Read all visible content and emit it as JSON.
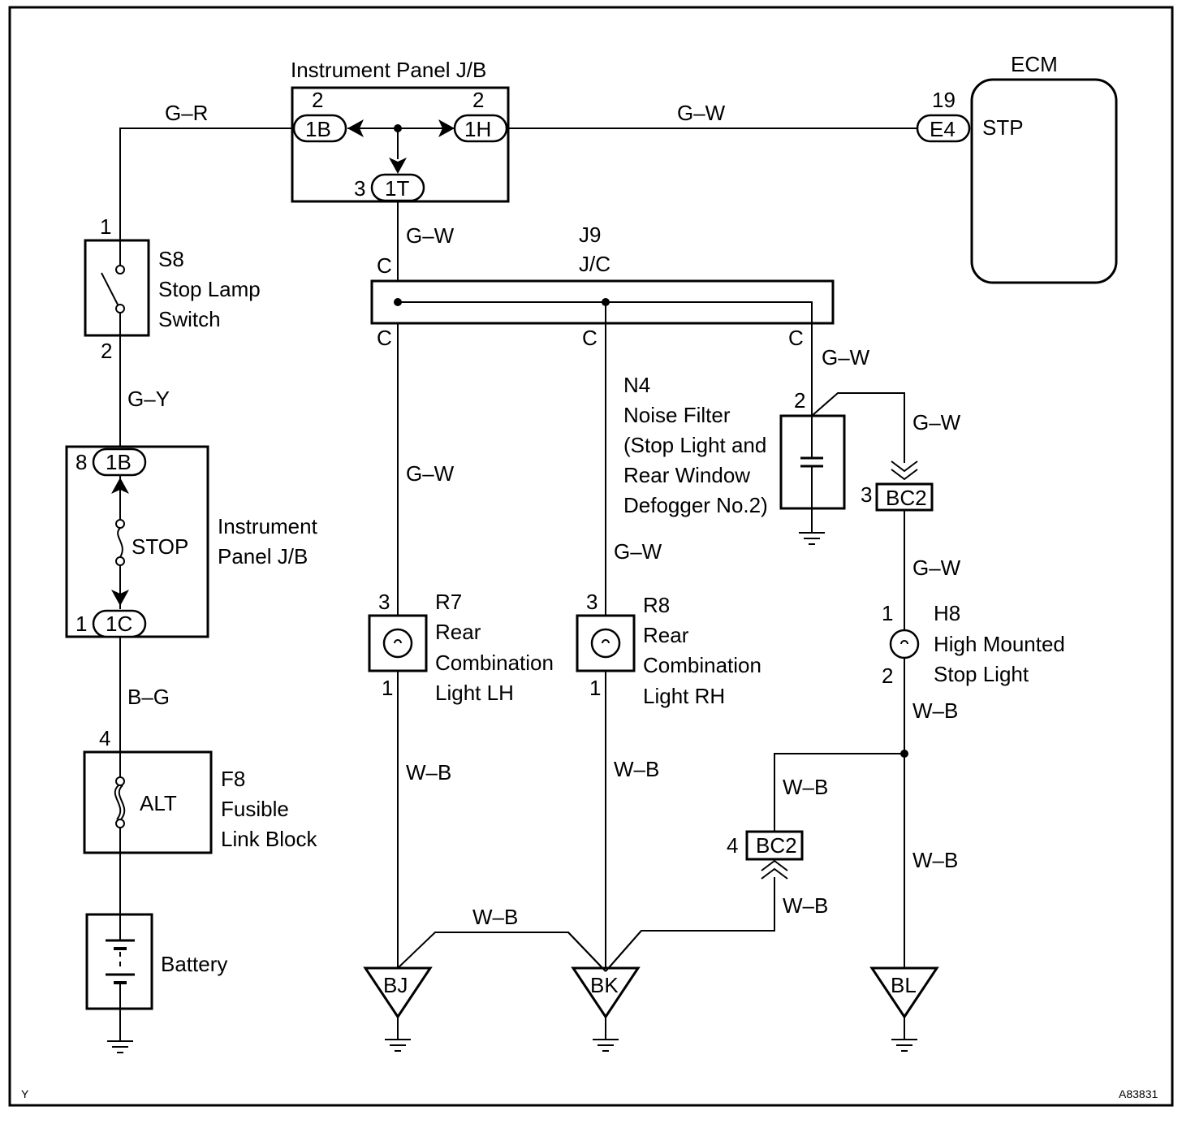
{
  "colors": {
    "ink": "#000000",
    "background": "#ffffff"
  },
  "corner": {
    "left": "Y",
    "ref": "A83831"
  },
  "ijb_top": {
    "title": "Instrument Panel J/B",
    "c1": {
      "pin": "2",
      "id": "1B"
    },
    "c2": {
      "pin": "2",
      "id": "1H"
    },
    "c3": {
      "pin": "3",
      "id": "1T"
    }
  },
  "ecm": {
    "title": "ECM",
    "pin": "19",
    "connector": "E4",
    "terminal": "STP"
  },
  "s8": {
    "id": "S8",
    "line1": "Stop Lamp",
    "line2": "Switch",
    "pin_top": "1",
    "pin_bottom": "2"
  },
  "ijb_left": {
    "line1": "Instrument",
    "line2": "Panel J/B",
    "fuse": "STOP",
    "c_top": {
      "pin": "8",
      "id": "1B"
    },
    "c_bottom": {
      "pin": "1",
      "id": "1C"
    }
  },
  "f8": {
    "id": "F8",
    "line1": "Fusible",
    "line2": "Link Block",
    "fuse": "ALT",
    "pin": "4"
  },
  "battery": {
    "label": "Battery"
  },
  "j9": {
    "id": "J9",
    "type": "J/C",
    "c_in": "C",
    "c_out1": "C",
    "c_out2": "C",
    "c_out3": "C"
  },
  "n4": {
    "id": "N4",
    "line1": "Noise Filter",
    "line2": "(Stop Light and",
    "line3": "Rear Window",
    "line4": "Defogger No.2)",
    "pin": "2"
  },
  "bc2_upper": {
    "pin": "3",
    "id": "BC2"
  },
  "bc2_lower": {
    "pin": "4",
    "id": "BC2"
  },
  "r7": {
    "id": "R7",
    "line1": "Rear",
    "line2": "Combination",
    "line3": "Light LH",
    "pin_top": "3",
    "pin_bottom": "1"
  },
  "r8": {
    "id": "R8",
    "line1": "Rear",
    "line2": "Combination",
    "line3": "Light RH",
    "pin_top": "3",
    "pin_bottom": "1"
  },
  "h8": {
    "id": "H8",
    "line1": "High Mounted",
    "line2": "Stop Light",
    "pin_top": "1",
    "pin_bottom": "2"
  },
  "grounds": {
    "bj": "BJ",
    "bk": "BK",
    "bl": "BL"
  },
  "wires": {
    "gr": "G–R",
    "gw_ecm": "G–W",
    "gy": "G–Y",
    "bg": "B–G",
    "gw_1t": "G–W",
    "gw_r7": "G–W",
    "gw_r8": "G–W",
    "gw_n4": "G–W",
    "gw_bc2_top": "G–W",
    "gw_bc2_bot": "G–W",
    "wb_r7": "W–B",
    "wb_r8": "W–B",
    "wb_ground": "W–B",
    "wb_h8": "W–B",
    "wb_bc2_top": "W–B",
    "wb_right": "W–B",
    "wb_bc2_bot": "W–B"
  }
}
